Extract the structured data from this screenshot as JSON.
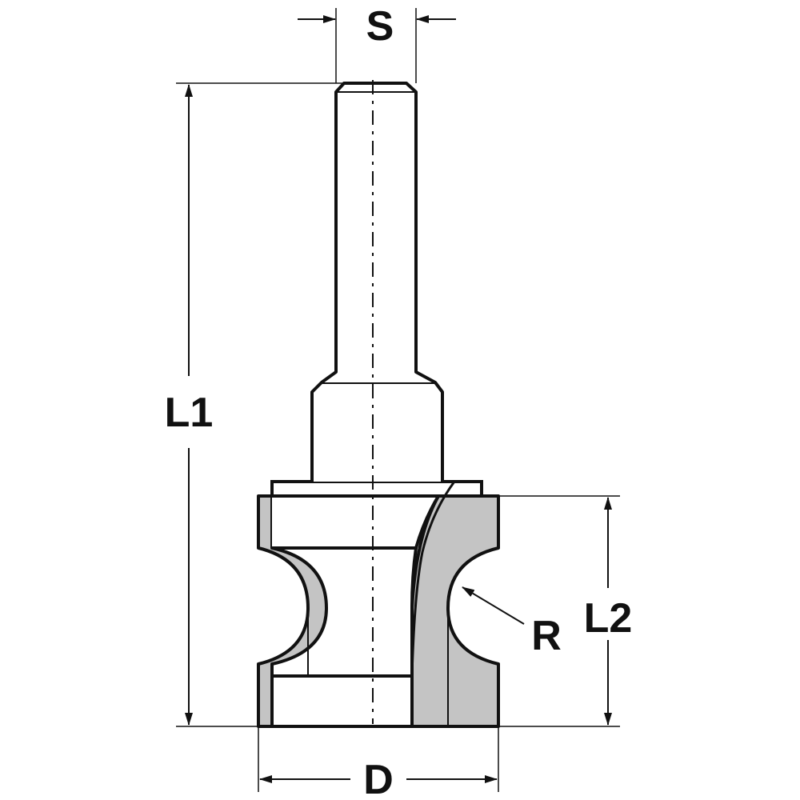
{
  "drawing": {
    "colors": {
      "stroke": "#111111",
      "cutter_fill": "#c4c4c4",
      "background": "#ffffff"
    },
    "dimensions": {
      "shank_diameter": "S",
      "overall_length": "L1",
      "cutting_length": "L2",
      "radius": "R",
      "cutting_diameter": "D"
    }
  }
}
